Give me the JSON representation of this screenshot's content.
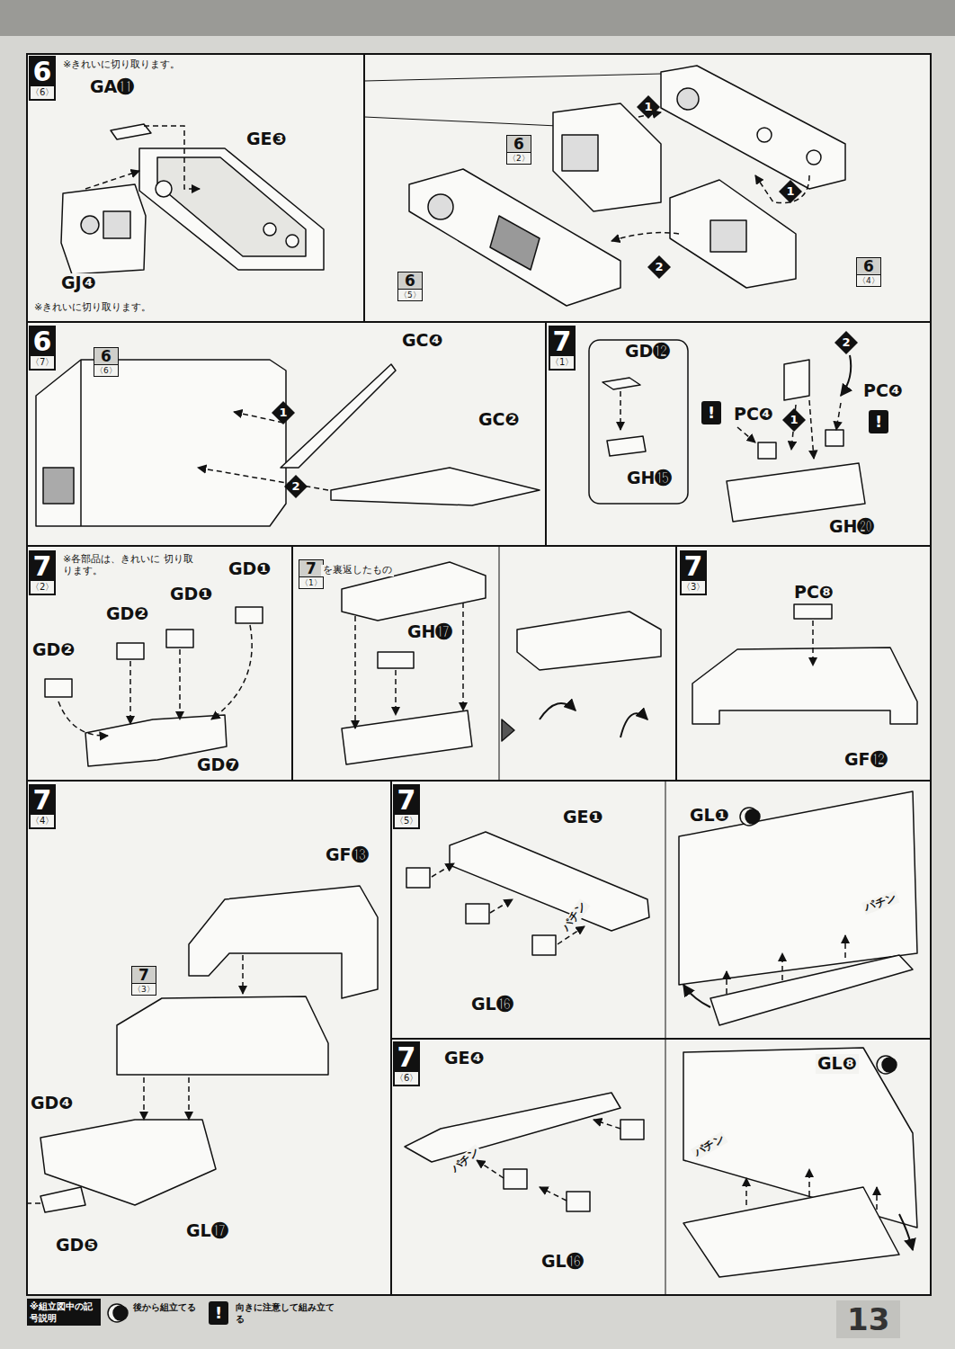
{
  "diagram": {
    "nodes": [
      {
        "text": [
          "6",
          "〈6〉"
        ]
      },
      {
        "text": [
          "6",
          "〈2〉"
        ]
      },
      {
        "text": [
          "1"
        ]
      },
      {
        "text": [
          "1"
        ]
      },
      {
        "text": [
          "2"
        ]
      },
      {
        "text": [
          "6",
          "〈5〉"
        ]
      },
      {
        "text": [
          "6",
          "〈4〉"
        ]
      },
      {
        "text": [
          "6",
          "〈7〉"
        ]
      },
      {
        "text": [
          "6",
          "〈6〉"
        ]
      },
      {
        "text": [
          "1"
        ]
      },
      {
        "text": [
          "2"
        ]
      },
      {
        "text": [
          "7",
          "〈1〉"
        ]
      },
      {
        "text": [
          "2"
        ]
      },
      {
        "text": [
          "1"
        ]
      },
      {
        "text": [
          "!"
        ]
      },
      {
        "text": [
          "!"
        ]
      },
      {
        "text": [
          "7",
          "〈2〉"
        ]
      },
      {
        "text": [
          "7",
          "〈1〉"
        ]
      },
      {
        "text": [
          "7",
          "〈3〉"
        ]
      },
      {
        "text": [
          "7",
          "〈4〉"
        ]
      },
      {
        "text": [
          "7",
          "〈3〉"
        ]
      },
      {
        "text": [
          "7",
          "〈5〉"
        ]
      },
      {
        "text": [
          "7",
          "〈6〉"
        ]
      },
      {
        "text": [
          "※組立図中の記号説明"
        ]
      },
      {
        "text": [
          "!"
        ]
      },
      {
        "text": [
          "13"
        ]
      }
    ],
    "labels": [
      "※きれいに切り取ります。",
      "GA⓫",
      "GE❸",
      "GJ❹",
      "※きれいに切り取ります。",
      "GC❹",
      "GC❷",
      "GD⓬",
      "PC❹",
      "PC❹",
      "GH⓯",
      "GH⓴",
      "※各部品は、きれいに 切り取ります。",
      "GD❶",
      "GD❶",
      "GD❷",
      "GD❷",
      "GD❼",
      "を裏返したもの",
      "GH⓱",
      "PC❽",
      "GF⓬",
      "GF⓭",
      "GD❹",
      "GL⓱",
      "GD❺",
      "GE❶",
      "パチン",
      "GL⓰",
      "GL❶",
      "パチン",
      "GE❹",
      "パチン",
      "GL⓰",
      "GL❽",
      "パチン"
    ],
    "legend": [
      {
        "text": "後から組立てる"
      },
      {
        "text": "向きに注意して組み立てる"
      }
    ]
  }
}
